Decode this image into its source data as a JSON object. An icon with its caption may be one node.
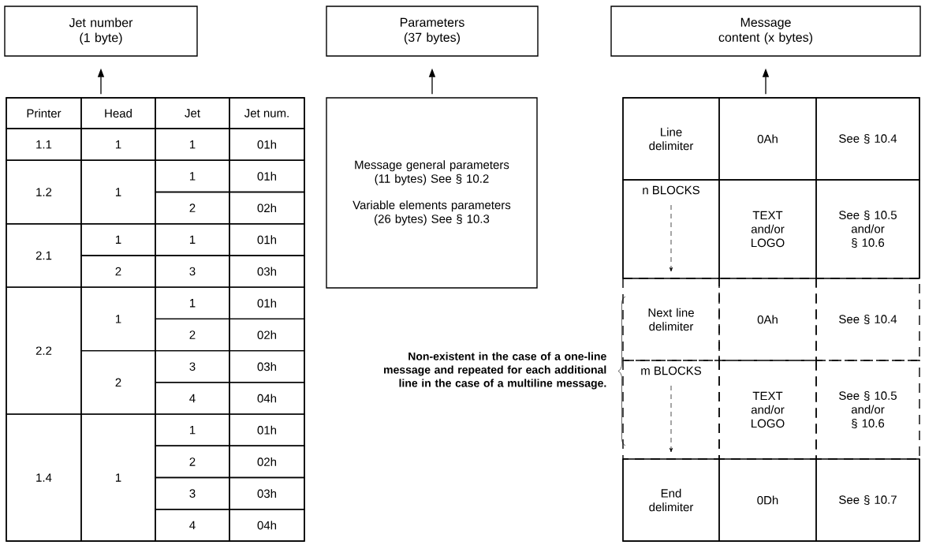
{
  "diagram": {
    "nodes": [
      {
        "text": [
          "Jet number (1 byte)"
        ]
      },
      {
        "text": [
          "Parameters (37 bytes)"
        ]
      },
      {
        "text": [
          "Message content (x bytes)"
        ]
      },
      {
        "text": [],
        "shape": "box"
      },
      {
        "text": [
          "Message general parameters (11 bytes) See § 10.2",
          "Variable elements parameters (26 bytes) See § 10.3"
        ]
      },
      {
        "text": [],
        "shape": "box"
      }
    ],
    "edges": [
      {
        "from": 3,
        "to": 0,
        "arrow": "to"
      },
      {
        "from": 4,
        "to": 1,
        "arrow": "to"
      },
      {
        "from": 5,
        "to": 2,
        "arrow": "to"
      }
    ],
    "labels": [
      "Printer",
      "Head",
      "Jet",
      "Jet num.",
      "1.1",
      "1",
      "1",
      "01h",
      "1.2",
      "1",
      "1",
      "01h",
      "2",
      "02h",
      "2.1",
      "1",
      "1",
      "01h",
      "2",
      "3",
      "03h",
      "2.2",
      "1",
      "1",
      "01h",
      "2",
      "02h",
      "2",
      "3",
      "03h",
      "4",
      "04h",
      "1.4",
      "1",
      "1",
      "01h",
      "2",
      "02h",
      "3",
      "03h",
      "4",
      "04h",
      "Non-existent in the case of a one-line message and repeated for each additional line in the case of a multiline message.",
      "Line delimiter",
      "0Ah",
      "See § 10.4",
      "n BLOCKS",
      "TEXT and/or LOGO",
      "See § 10.5 and/or § 10.6",
      "Next line delimiter",
      "0Ah",
      "See § 10.4",
      "m BLOCKS",
      "TEXT and/or LOGO",
      "See § 10.5 and/or § 10.6",
      "End delimiter",
      "0Dh",
      "See § 10.7"
    ]
  }
}
